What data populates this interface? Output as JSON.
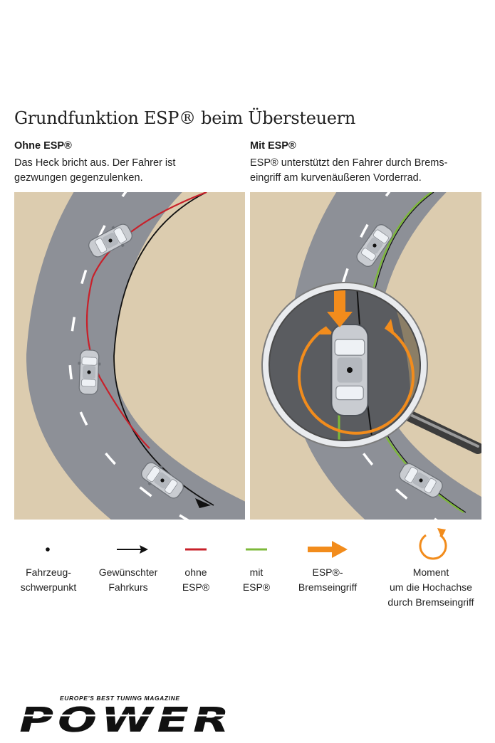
{
  "title": "Grundfunktion ESP® beim Übersteuern",
  "left": {
    "heading": "Ohne ESP®",
    "desc": [
      "Das Heck bricht aus. Der Fahrer ist",
      "gezwungen gegenzulenken."
    ]
  },
  "right": {
    "heading": "Mit ESP®",
    "desc": [
      "ESP® unterstützt den Fahrer durch Brems-",
      "eingriff am kurvenäußeren Vorderrad."
    ]
  },
  "legend": [
    {
      "icon": "dot-icon",
      "lines": [
        "Fahrzeug-",
        "schwerpunkt"
      ]
    },
    {
      "icon": "black-arrow-icon",
      "lines": [
        "Gewünschter",
        "Fahrkurs"
      ]
    },
    {
      "icon": "red-line-icon",
      "lines": [
        "ohne",
        "ESP®"
      ]
    },
    {
      "icon": "green-line-icon",
      "lines": [
        "mit",
        "ESP®"
      ]
    },
    {
      "icon": "orange-arrow-icon",
      "lines": [
        "ESP®-",
        "Bremseingriff"
      ]
    },
    {
      "icon": "rotation-arrow-icon",
      "lines": [
        "Moment",
        "um die Hochachse",
        "durch Bremseingriff"
      ]
    }
  ],
  "logo": {
    "tagline": "EUROPE'S BEST TUNING MAGAZINE",
    "word": "POWER"
  },
  "colors": {
    "sand": "#dcccaf",
    "road": "#8d9097",
    "red": "#c8202a",
    "green": "#7db83a",
    "orange": "#f28c1c"
  }
}
